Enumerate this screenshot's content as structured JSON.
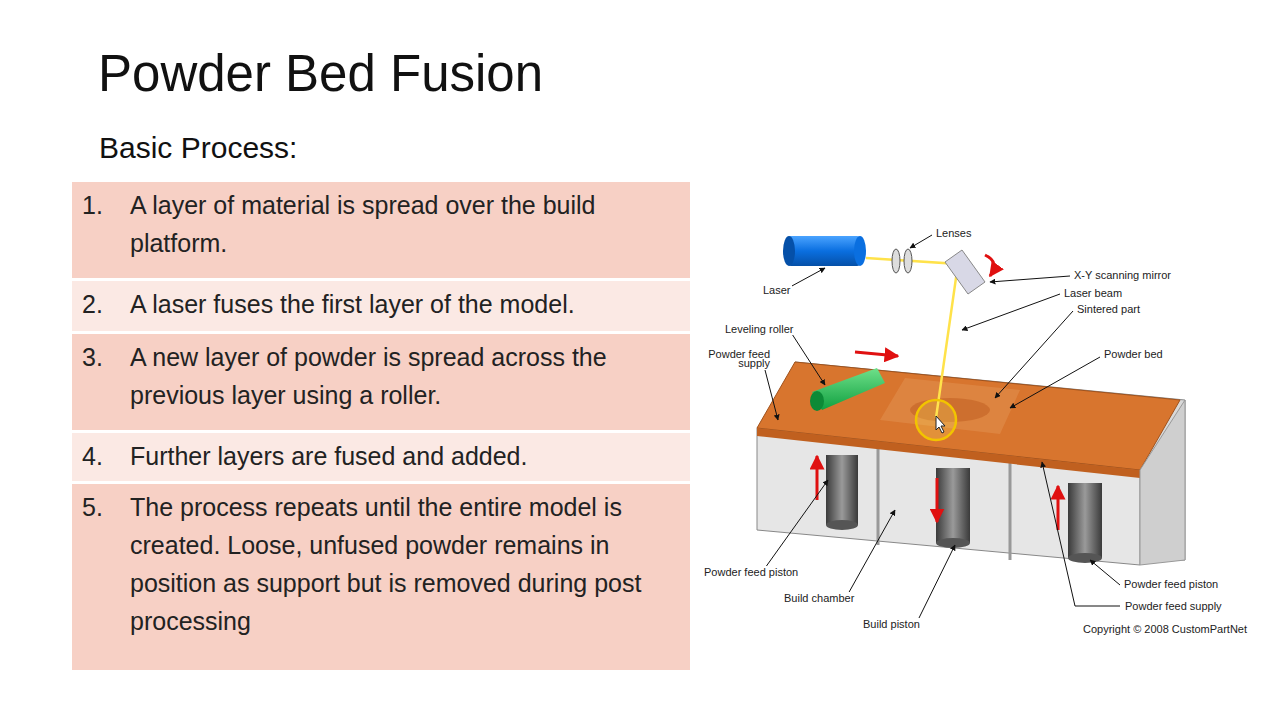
{
  "diagram": {
    "title": "Powder Bed Fusion",
    "nodes": [
      {
        "text": [
          "1.",
          "A layer of material is spread over the build platform."
        ]
      },
      {
        "text": [
          "2.",
          "A laser fuses the first layer of the model."
        ]
      },
      {
        "text": [
          "3.",
          "A new layer of powder is spread across the previous layer using a roller."
        ]
      },
      {
        "text": [
          "4.",
          "Further layers are fused and added."
        ]
      },
      {
        "text": [
          "5.",
          "The process repeats until the entire model is created. Loose, unfused powder remains in position as support but is removed during post processing"
        ]
      }
    ],
    "labels": [
      "Basic Process:",
      "Lenses",
      "Laser",
      "X-Y scanning mirror",
      "Laser beam",
      "Sintered part",
      "Leveling roller",
      "Powder feed supply",
      "Powder bed",
      "Powder feed piston",
      "Build chamber",
      "Build piston",
      "Powder feed piston",
      "Powder feed supply",
      "Copyright © 2008 CustomPartNet"
    ]
  }
}
